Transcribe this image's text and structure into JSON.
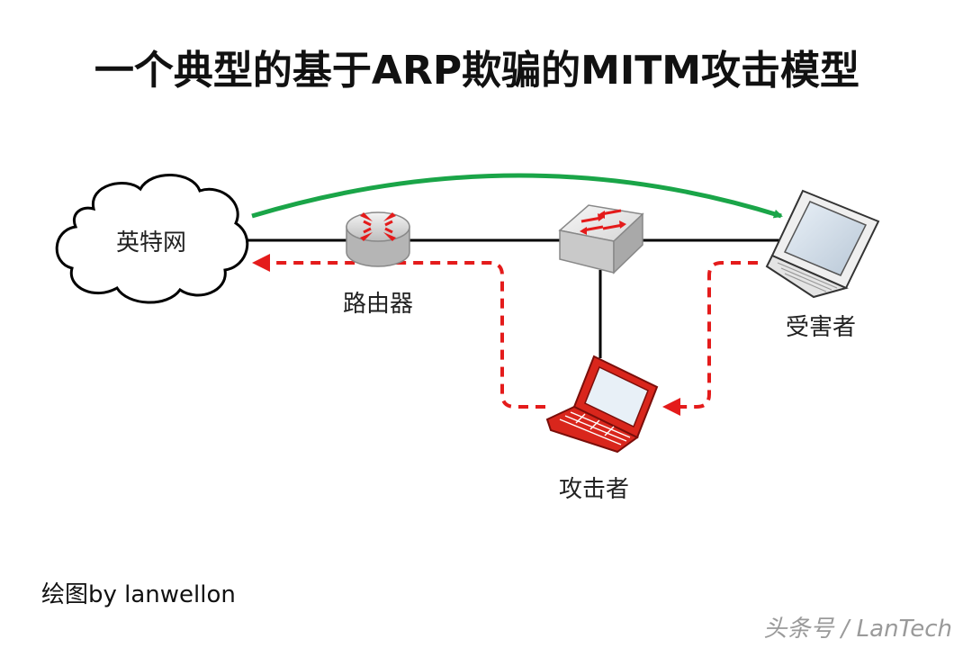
{
  "title": "一个典型的基于ARP欺骗的MITM攻击模型",
  "nodes": {
    "internet": "英特网",
    "router": "路由器",
    "victim": "受害者",
    "attacker": "攻击者"
  },
  "credit": "绘图by lanwellon",
  "watermark": "头条号 / LanTech",
  "colors": {
    "link": "#000000",
    "normal_flow": "#1aa548",
    "spoofed_flow": "#e41b1b",
    "attacker_laptop": "#d9261c"
  }
}
